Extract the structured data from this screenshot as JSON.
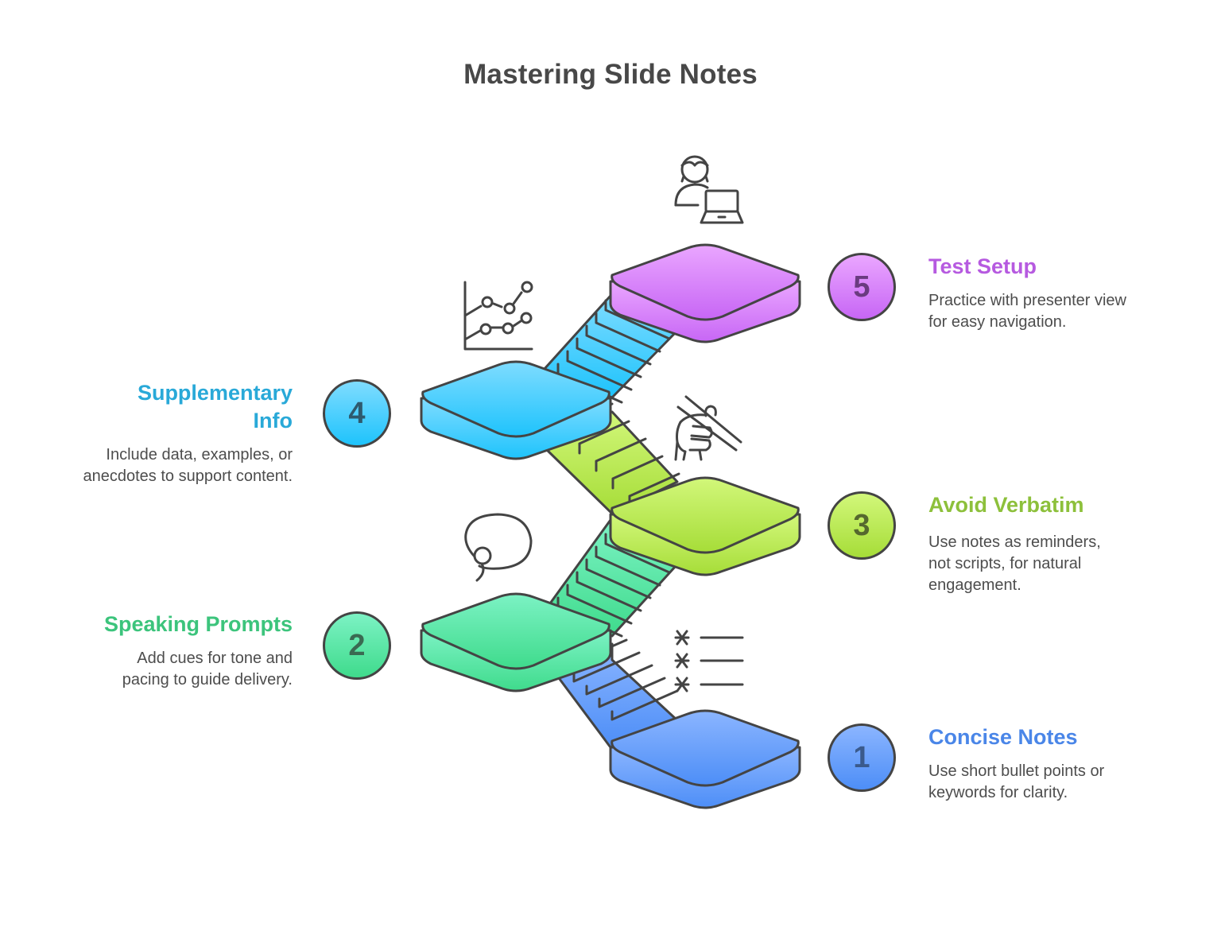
{
  "title": "Mastering Slide Notes",
  "steps": [
    {
      "number": "1",
      "heading": "Concise Notes",
      "description": "Use short bullet points or keywords for clarity.",
      "icon": "bullet-list-icon",
      "color": "#4a86e8",
      "gradient": [
        "#8bb5ff",
        "#4d8ef7"
      ],
      "number_color": "#3a5a8c"
    },
    {
      "number": "2",
      "heading": "Speaking Prompts",
      "description": "Add cues for tone and pacing to guide delivery.",
      "icon": "speech-bubble-icon",
      "color": "#3cc47c",
      "gradient": [
        "#7cf2c4",
        "#3fdb8c"
      ],
      "number_color": "#3a6a52"
    },
    {
      "number": "3",
      "heading": "Avoid Verbatim",
      "description": "Use notes as reminders, not scripts, for natural engagement.",
      "icon": "hand-holding-pen-icon",
      "color": "#8dc03b",
      "gradient": [
        "#d2f77a",
        "#a6dd38"
      ],
      "number_color": "#55682e"
    },
    {
      "number": "4",
      "heading": "Supplementary Info",
      "description": "Include data, examples, or anecdotes to support content.",
      "icon": "line-chart-icon",
      "color": "#29a9d8",
      "gradient": [
        "#7fdcff",
        "#1ec3fc"
      ],
      "number_color": "#2e5a6e"
    },
    {
      "number": "5",
      "heading": "Test Setup",
      "description": "Practice with presenter view for easy navigation.",
      "icon": "person-with-laptop-icon",
      "color": "#b65ae0",
      "gradient": [
        "#eaa6ff",
        "#c766f5"
      ],
      "number_color": "#6a3b80"
    }
  ]
}
